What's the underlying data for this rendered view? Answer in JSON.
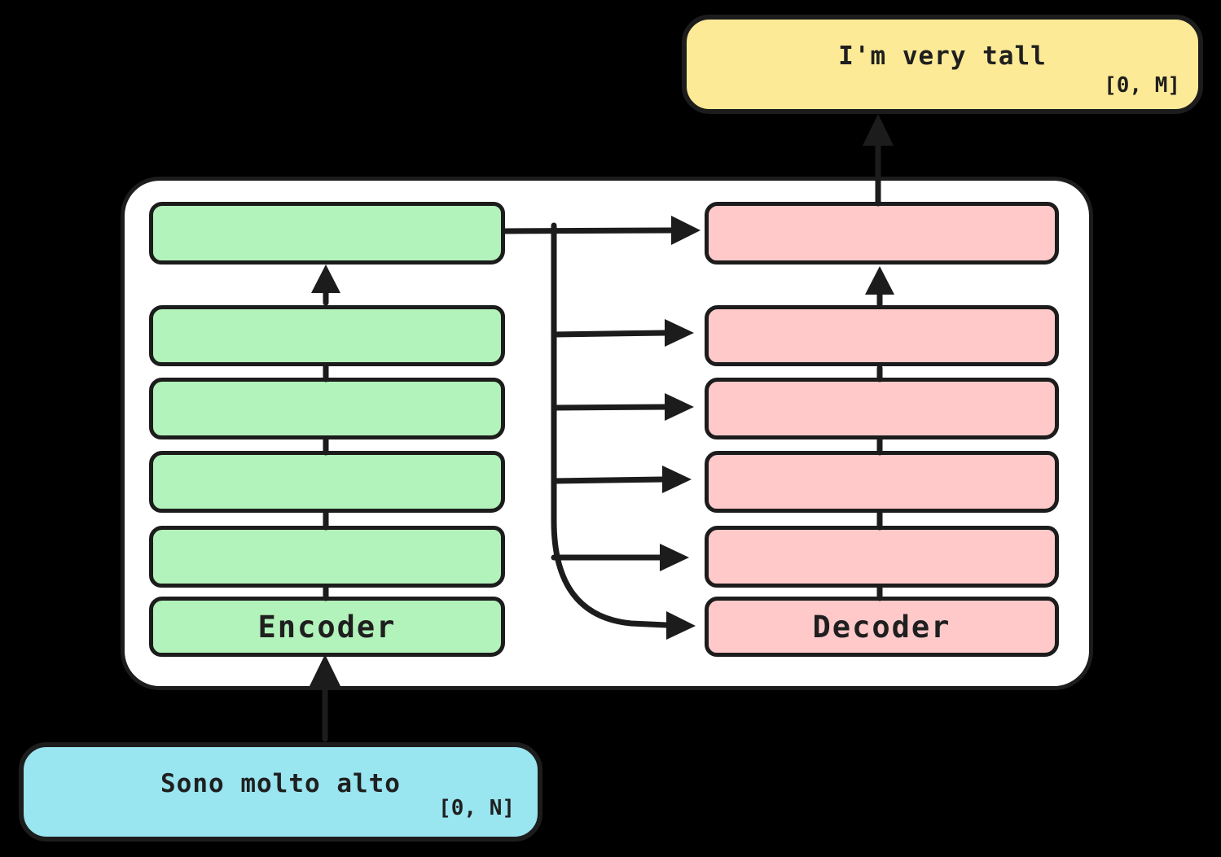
{
  "output_box": {
    "text": "I'm very tall",
    "range_label": "[0, M]"
  },
  "input_box": {
    "text": "Sono molto alto",
    "range_label": "[0, N]"
  },
  "encoder": {
    "label": "Encoder",
    "layers": 6
  },
  "decoder": {
    "label": "Decoder",
    "layers": 6
  },
  "colors": {
    "background": "#000000",
    "container_fill": "#ffffff",
    "encoder_layer_fill": "#b2f2bb",
    "decoder_layer_fill": "#ffc9c9",
    "output_box_fill": "#fdea96",
    "input_box_fill": "#99e5f0",
    "stroke": "#1c1c1c"
  }
}
